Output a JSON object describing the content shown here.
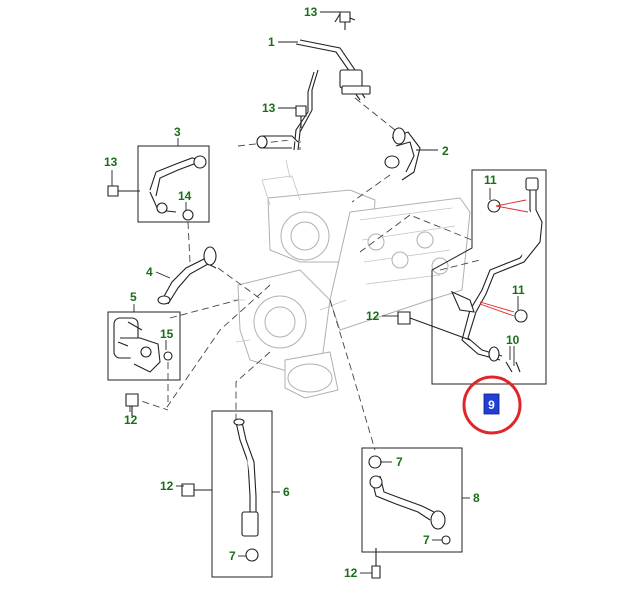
{
  "diagram": {
    "callouts": {
      "c13_top": "13",
      "c1": "1",
      "c13_mid": "13",
      "c3": "3",
      "c2": "2",
      "c13_left": "13",
      "c14": "14",
      "c11_top": "11",
      "c4": "4",
      "c5": "5",
      "c11_right": "11",
      "c15": "15",
      "c12_right": "12",
      "c10": "10",
      "c12_left": "12",
      "c7_right": "7",
      "c12_bottom_left": "12",
      "c6": "6",
      "c8": "8",
      "c7_left": "7",
      "c7_bottom_right": "7",
      "c12_bottom": "12",
      "c9": "9"
    },
    "colors": {
      "callout_text": "#1a6e1a",
      "highlight_circle": "#e0262a",
      "badge_fill": "#1f3fd6"
    }
  }
}
